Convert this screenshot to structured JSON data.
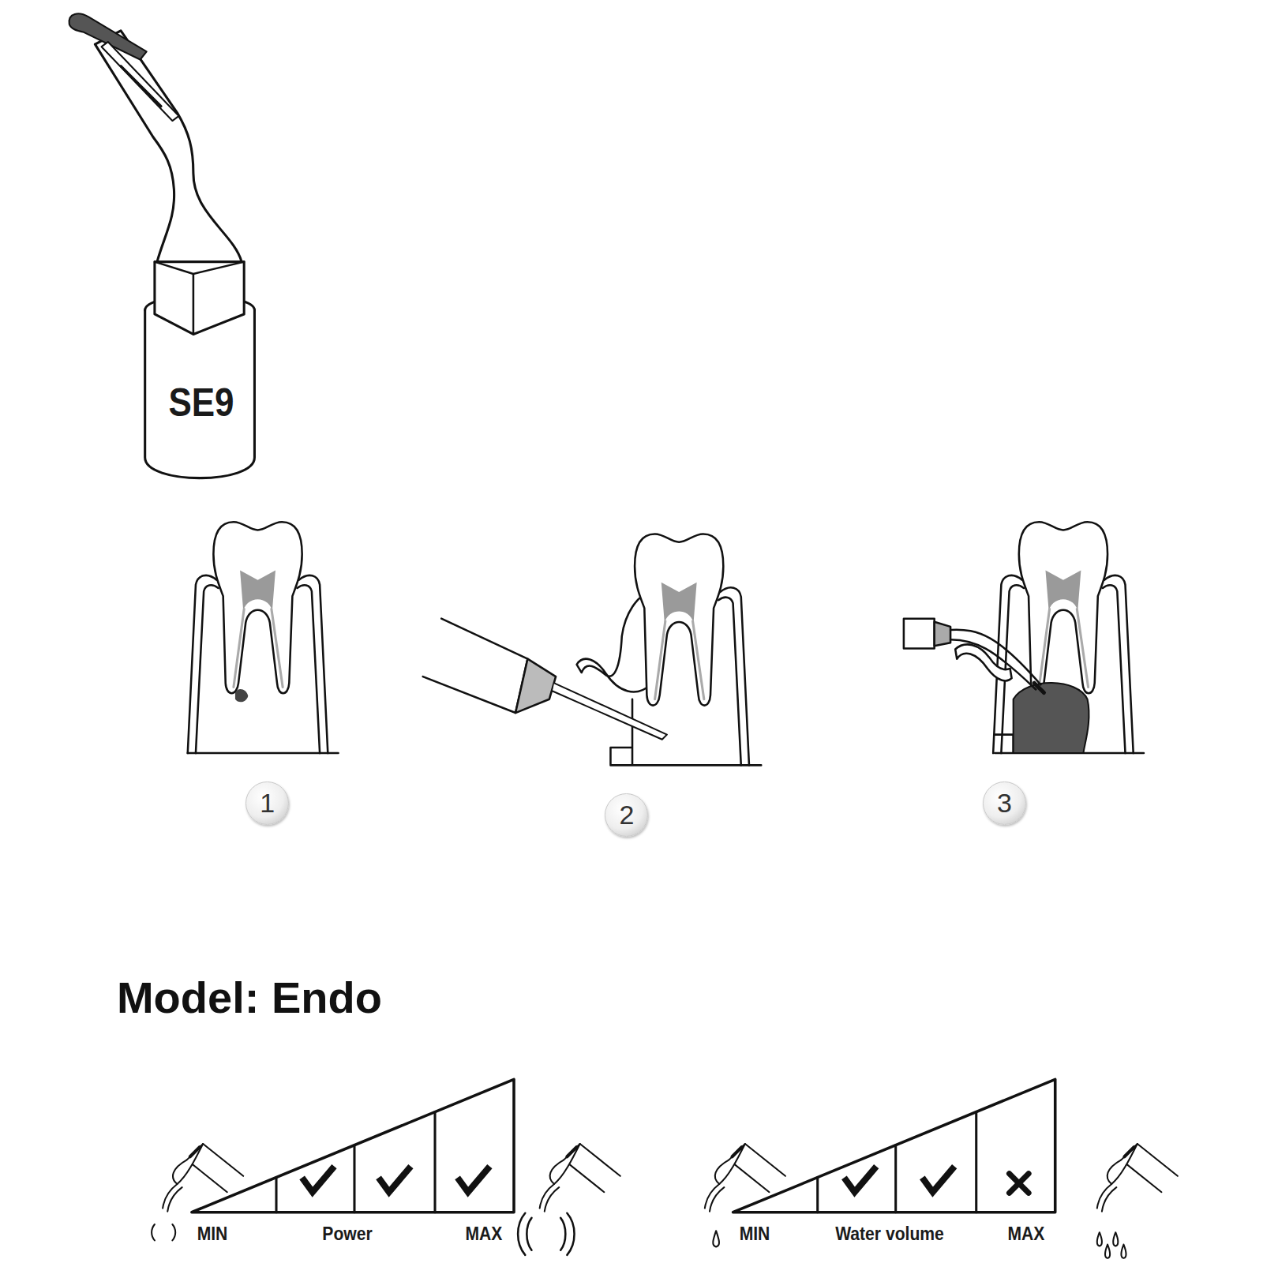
{
  "diagram": {
    "title": "Model: Endo",
    "nodes": [
      {
        "text": [
          "1"
        ]
      },
      {
        "text": [
          "2"
        ]
      },
      {
        "text": [
          "3"
        ]
      }
    ],
    "labels": [
      "SE9",
      "MIN",
      "Power",
      "MAX",
      "MIN",
      "Water volume",
      "MAX"
    ]
  }
}
